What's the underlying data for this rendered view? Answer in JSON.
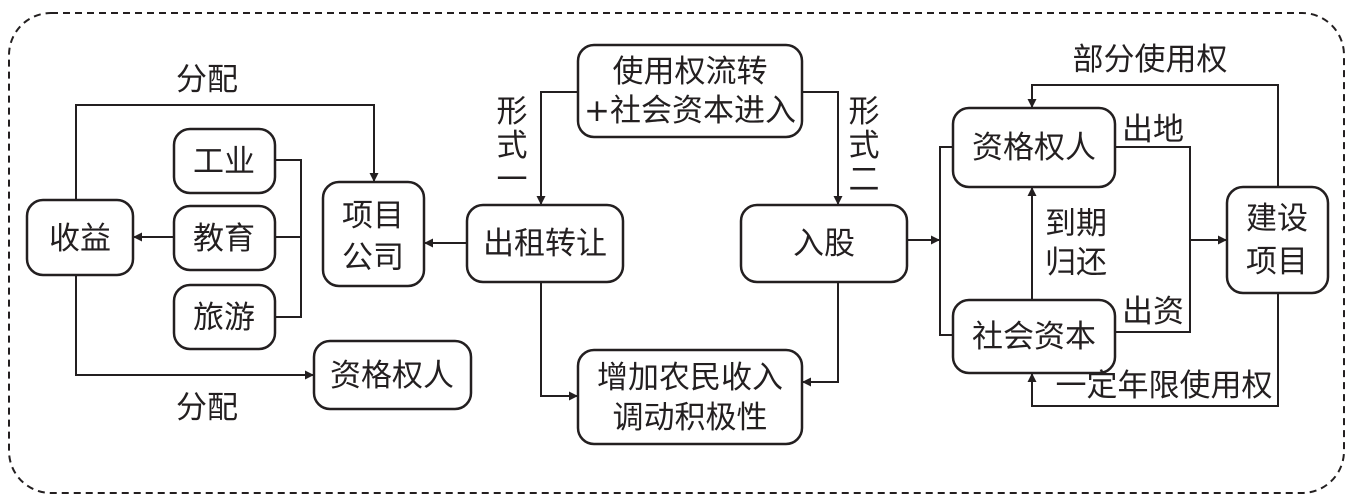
{
  "nodes": {
    "center_top": {
      "line1": "使用权流转",
      "line2": "+社会资本进入"
    },
    "rent": "出租转让",
    "shares": "入股",
    "income": {
      "line1": "增加农民收入",
      "line2": "调动积极性"
    },
    "project_company": {
      "line1": "项目",
      "line2": "公司"
    },
    "industry": "工业",
    "education": "教育",
    "tourism": "旅游",
    "revenue": "收益",
    "qualified_left": "资格权人",
    "qualified_right": "资格权人",
    "social_capital": "社会资本",
    "build_project": {
      "line1": "建设",
      "line2": "项目"
    }
  },
  "labels": {
    "form_one": [
      "形",
      "式",
      "一"
    ],
    "form_two": [
      "形",
      "式",
      "二"
    ],
    "distribute_top": "分配",
    "distribute_bottom": "分配",
    "partial_use_right": "部分使用权",
    "land_out": "出地",
    "capital_out": "出资",
    "return_on_expiry": {
      "line1": "到期",
      "line2": "归还"
    },
    "limited_use_right": "一定年限使用权"
  }
}
